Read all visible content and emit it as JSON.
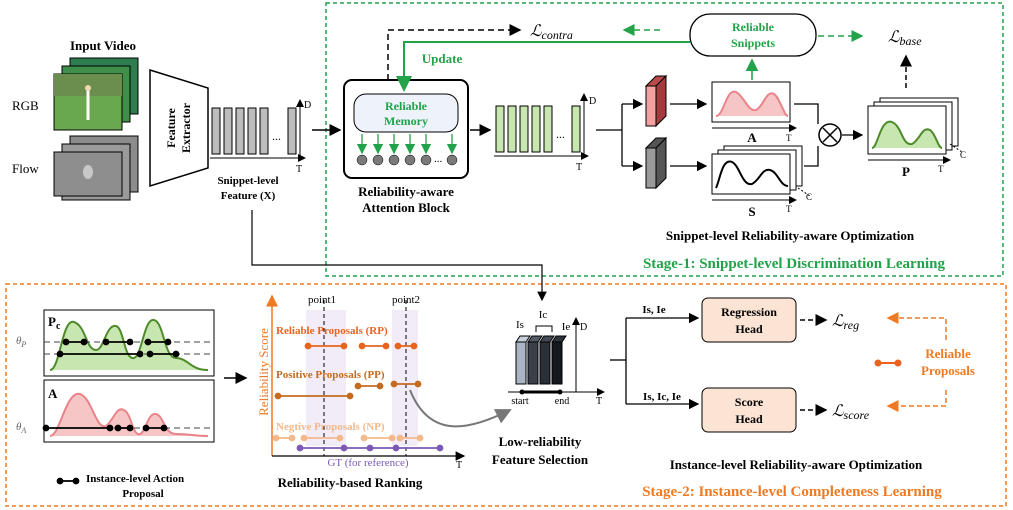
{
  "input": {
    "title": "Input Video",
    "rgb": "RGB",
    "flow": "Flow"
  },
  "extractor": {
    "line1": "Feature",
    "line2": "Extractor"
  },
  "snippet_feature": {
    "line1": "Snippet-level",
    "line2": "Feature (X)",
    "ellipsis": "...",
    "d": "D",
    "t": "T"
  },
  "stage1": {
    "title": "Stage-1: Snippet-level Discrimination Learning",
    "update": "Update",
    "loss_contra": "ℒ",
    "loss_contra_sub": "contra",
    "loss_base": "ℒ",
    "loss_base_sub": "base",
    "reliable_snippets": {
      "line1": "Reliable",
      "line2": "Snippets"
    },
    "reliable_memory": {
      "line1": "Reliable",
      "line2": "Memory"
    },
    "attention_block": {
      "line1": "Reliability-aware",
      "line2": "Attention Block"
    },
    "a_label": "A",
    "s_label": "S",
    "p_label": "P",
    "c_label": "C",
    "t_label": "T",
    "d_label": "D",
    "ellipsis": "...",
    "optimization": "Snippet-level Reliability-aware Optimization"
  },
  "stage2": {
    "title": "Stage-2: Instance-level Completeness Learning",
    "pc_label": "P",
    "pc_sub": "c",
    "a_label": "A",
    "theta_p": "θ",
    "theta_p_sub": "P",
    "theta_a": "θ",
    "theta_a_sub": "A",
    "proposal_legend": {
      "line1": "Instance-level Action",
      "line2": "Proposal"
    },
    "ranking": {
      "y_axis": "Reliability Score",
      "point1": "point1",
      "point2": "point2",
      "rp": "Reliable Proposals (RP)",
      "pp": "Positive Proposals (PP)",
      "np": "Negtive Proposals (NP)",
      "gt": "GT (for reference)",
      "t": "T",
      "caption": "Reliability-based Ranking"
    },
    "selection": {
      "is": "Is",
      "ic": "Ic",
      "ie": "Ie",
      "start": "start",
      "end": "end",
      "d": "D",
      "t": "T",
      "caption_line1": "Low-reliability",
      "caption_line2": "Feature Selection"
    },
    "heads": {
      "reg_in": "Is, Ie",
      "score_in": "Is, Ic, Ie",
      "regression": {
        "line1": "Regression",
        "line2": "Head"
      },
      "score": {
        "line1": "Score",
        "line2": "Head"
      },
      "loss_reg": "ℒ",
      "loss_reg_sub": "reg",
      "loss_score": "ℒ",
      "loss_score_sub": "score",
      "reliable_proposals": {
        "line1": "Reliable",
        "line2": "Proposals"
      }
    },
    "optimization": "Instance-level Reliability-aware Optimization"
  },
  "colors": {
    "green": "#22a34a",
    "orange": "#f07a22",
    "reliable_orange": "#e8641f",
    "positive_orange": "#c56b1f",
    "negative_orange": "#f4b98a",
    "gt_purple": "#7b59b5",
    "curve_green": "#4e8b2a",
    "curve_pink": "#e8848a",
    "light_green": "#c8e6b0",
    "light_pink": "#f6c6c6",
    "box_tan": "#fce4d4",
    "memory_blue": "#edf2fb"
  }
}
